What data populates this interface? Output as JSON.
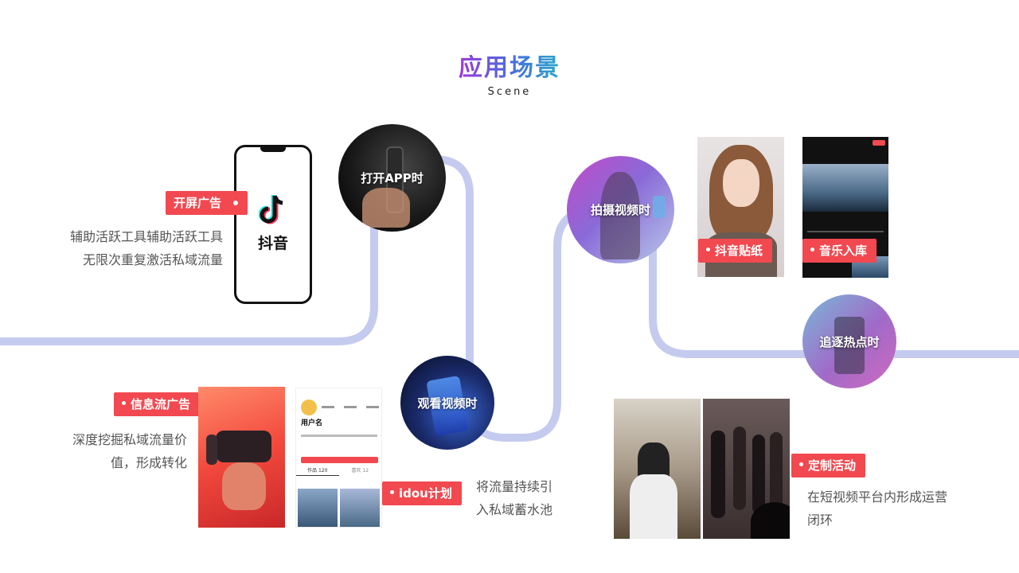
{
  "header": {
    "title": "应用场景",
    "subtitle": "Scene"
  },
  "phone": {
    "brand_label": "抖音"
  },
  "circles": {
    "open_app": "打开APP时",
    "shoot_video": "拍摄视频时",
    "watch_video": "观看视频时",
    "trending": "追逐热点时"
  },
  "tags": {
    "splash_ad": "开屏广告",
    "feed_ad": "信息流广告",
    "idou": "idou计划",
    "sticker": "抖音贴纸",
    "music": "音乐入库",
    "custom_event": "定制活动"
  },
  "descriptions": {
    "splash_line1": "辅助活跃工具辅助活跃工具",
    "splash_line2": "无限次重复激活私域流量",
    "feed_line1": "深度挖掘私域流量价",
    "feed_line2": "值，形成转化",
    "idou_line1": "将流量持续引",
    "idou_line2": "入私域蓄水池",
    "event_line1": "在短视频平台内形成运营",
    "event_line2": "闭环"
  },
  "profile_mock": {
    "username": "用户名",
    "tab_works": "作品 120",
    "tab_likes": "喜欢 12"
  },
  "colors": {
    "accent": "#f2484f",
    "path": "#c5cbef",
    "title_from": "#a03cd8",
    "title_to": "#2aa7c8"
  }
}
